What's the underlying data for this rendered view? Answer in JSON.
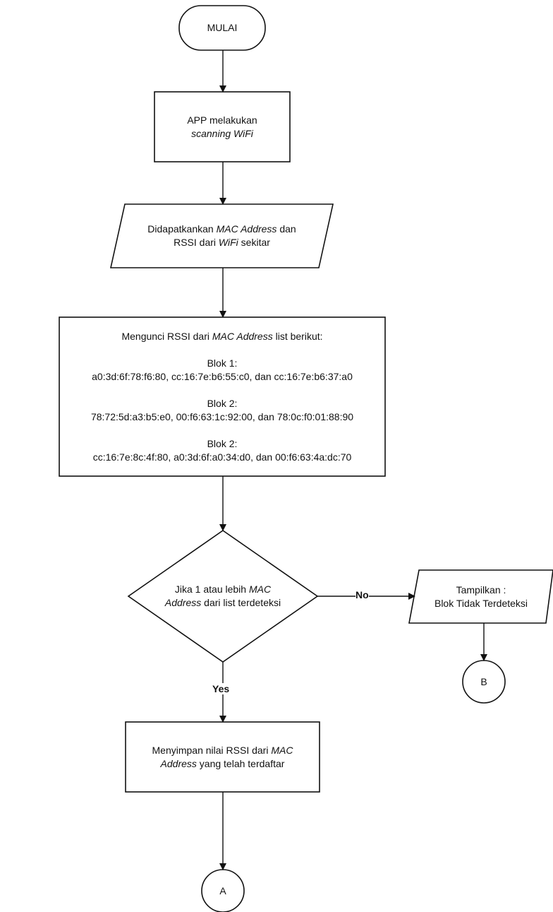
{
  "nodes": {
    "start": {
      "text": "MULAI"
    },
    "scan": {
      "line1": "APP melakukan",
      "line2": "scanning WiFi"
    },
    "obtain": {
      "l1a": "Didapatkankan ",
      "l1b": "MAC Address",
      "l1c": " dan",
      "l2a": "RSSI dari ",
      "l2b": "WiFi",
      "l2c": " sekitar"
    },
    "lock": {
      "h1": "Mengunci RSSI dari ",
      "h2": "MAC Address",
      "h3": " list berikut:",
      "blocks": [
        {
          "title": "Blok 1:",
          "macs": "a0:3d:6f:78:f6:80, cc:16:7e:b6:55:c0, dan cc:16:7e:b6:37:a0"
        },
        {
          "title": "Blok 2:",
          "macs": "78:72:5d:a3:b5:e0, 00:f6:63:1c:92:00, dan 78:0c:f0:01:88:90"
        },
        {
          "title": "Blok 2:",
          "macs": "cc:16:7e:8c:4f:80, a0:3d:6f:a0:34:d0, dan 00:f6:63:4a:dc:70"
        }
      ]
    },
    "decision": {
      "l1a": "Jika 1 atau lebih ",
      "l1b": "MAC",
      "l2a": "Address",
      "l2b": " dari list terdeteksi"
    },
    "display": {
      "line1": "Tampilkan :",
      "line2": "Blok Tidak Terdeteksi"
    },
    "connector_b": {
      "text": "B"
    },
    "save": {
      "l1a": "Menyimpan nilai RSSI dari ",
      "l1b": "MAC",
      "l2a": "Address",
      "l2b": " yang telah terdaftar"
    },
    "connector_a": {
      "text": "A"
    }
  },
  "edges": {
    "no_label": "No",
    "yes_label": "Yes"
  },
  "colors": {
    "stroke": "#111111",
    "fill": "#ffffff"
  }
}
